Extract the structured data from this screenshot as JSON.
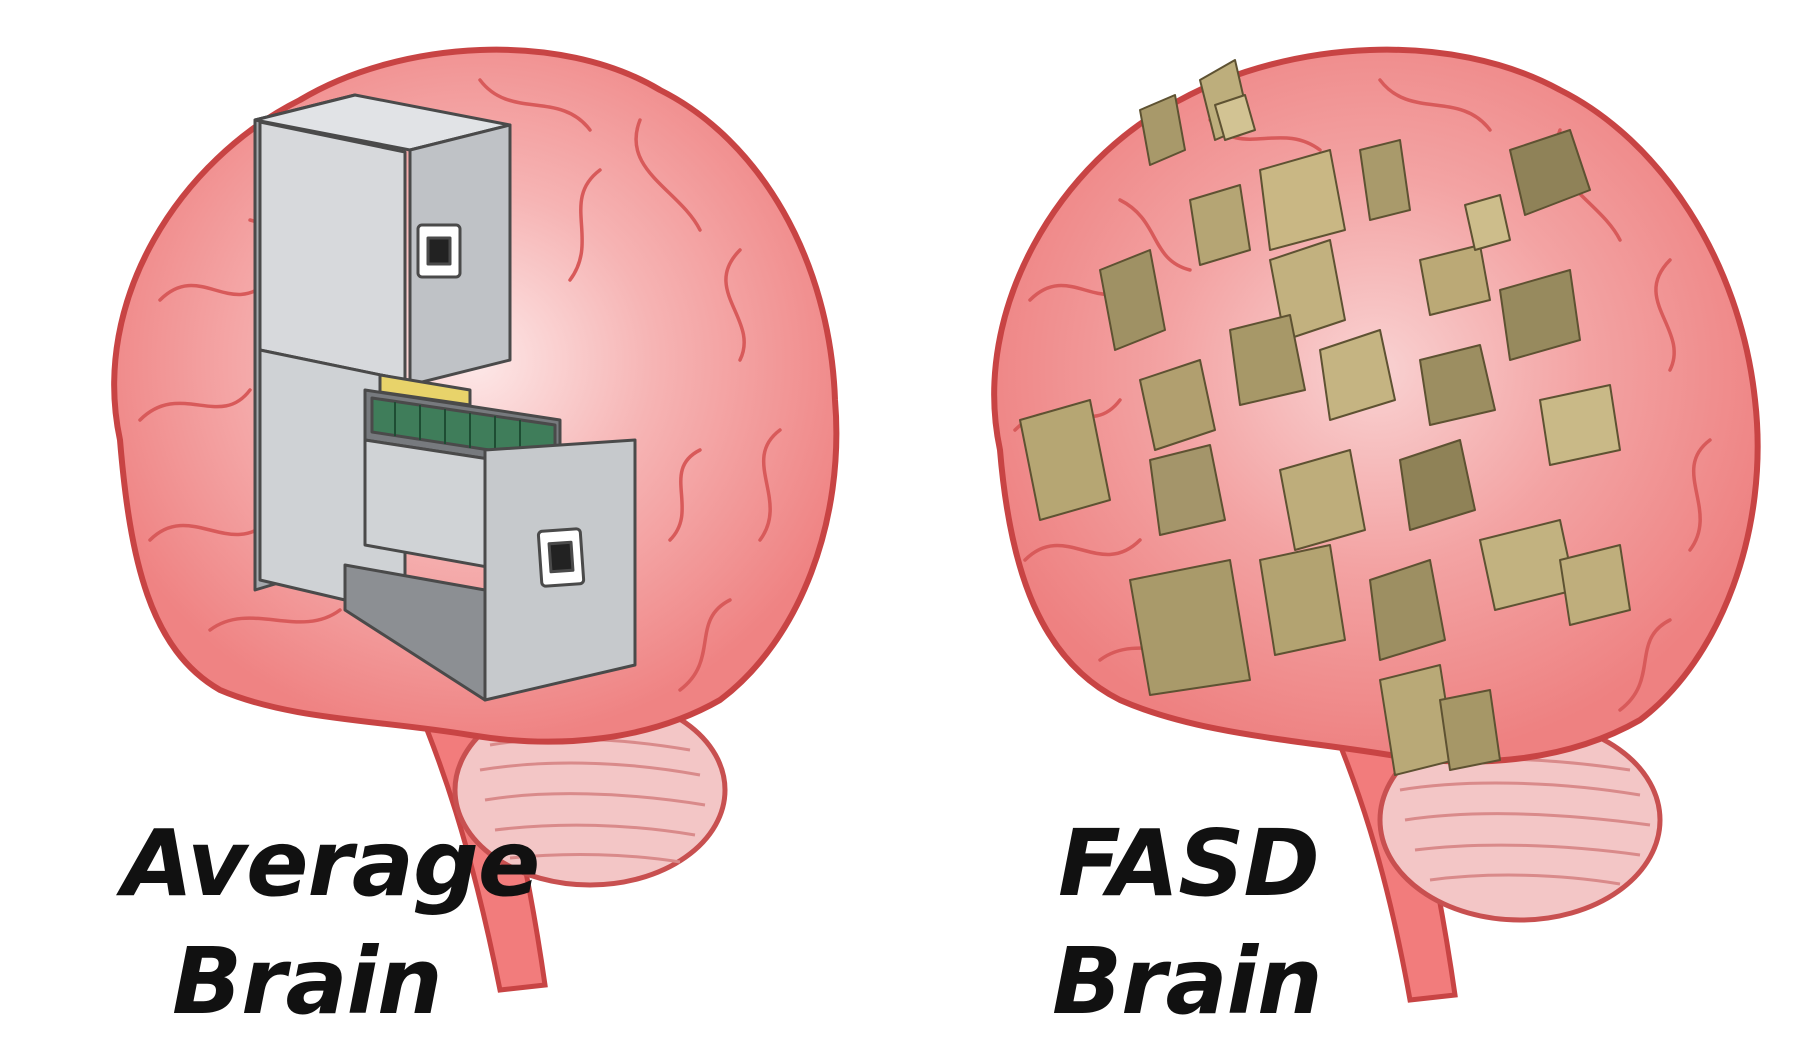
{
  "left_panel": {
    "caption_line1": "Average",
    "caption_line2": "Brain",
    "illustration": "filing-cabinet"
  },
  "right_panel": {
    "caption_line1": "FASD",
    "caption_line2": "Brain",
    "illustration": "scattered-files"
  },
  "colors": {
    "brain_fill": "#f08a8a",
    "brain_outline": "#c84444",
    "cerebellum": "#f2c2c2",
    "cabinet": "#c7c9cc",
    "files": "#b9a672"
  }
}
